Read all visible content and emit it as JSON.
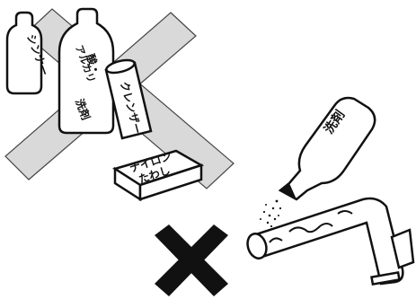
{
  "image": {
    "description_free": true,
    "colors": {
      "ink": "#111111",
      "band": "#d9d9d9",
      "background": "#ffffff"
    }
  },
  "labels": {
    "thinner": "シンナー",
    "acid_alkali_detergent_line1": "酸・",
    "acid_alkali_detergent_line2": "アルカリ",
    "acid_alkali_detergent_line3": "洗剤",
    "cleanser": "クレンザー",
    "nylon_scrubber_line1": "ナイロン",
    "nylon_scrubber_line2": "たわし",
    "detergent": "洗剤"
  }
}
